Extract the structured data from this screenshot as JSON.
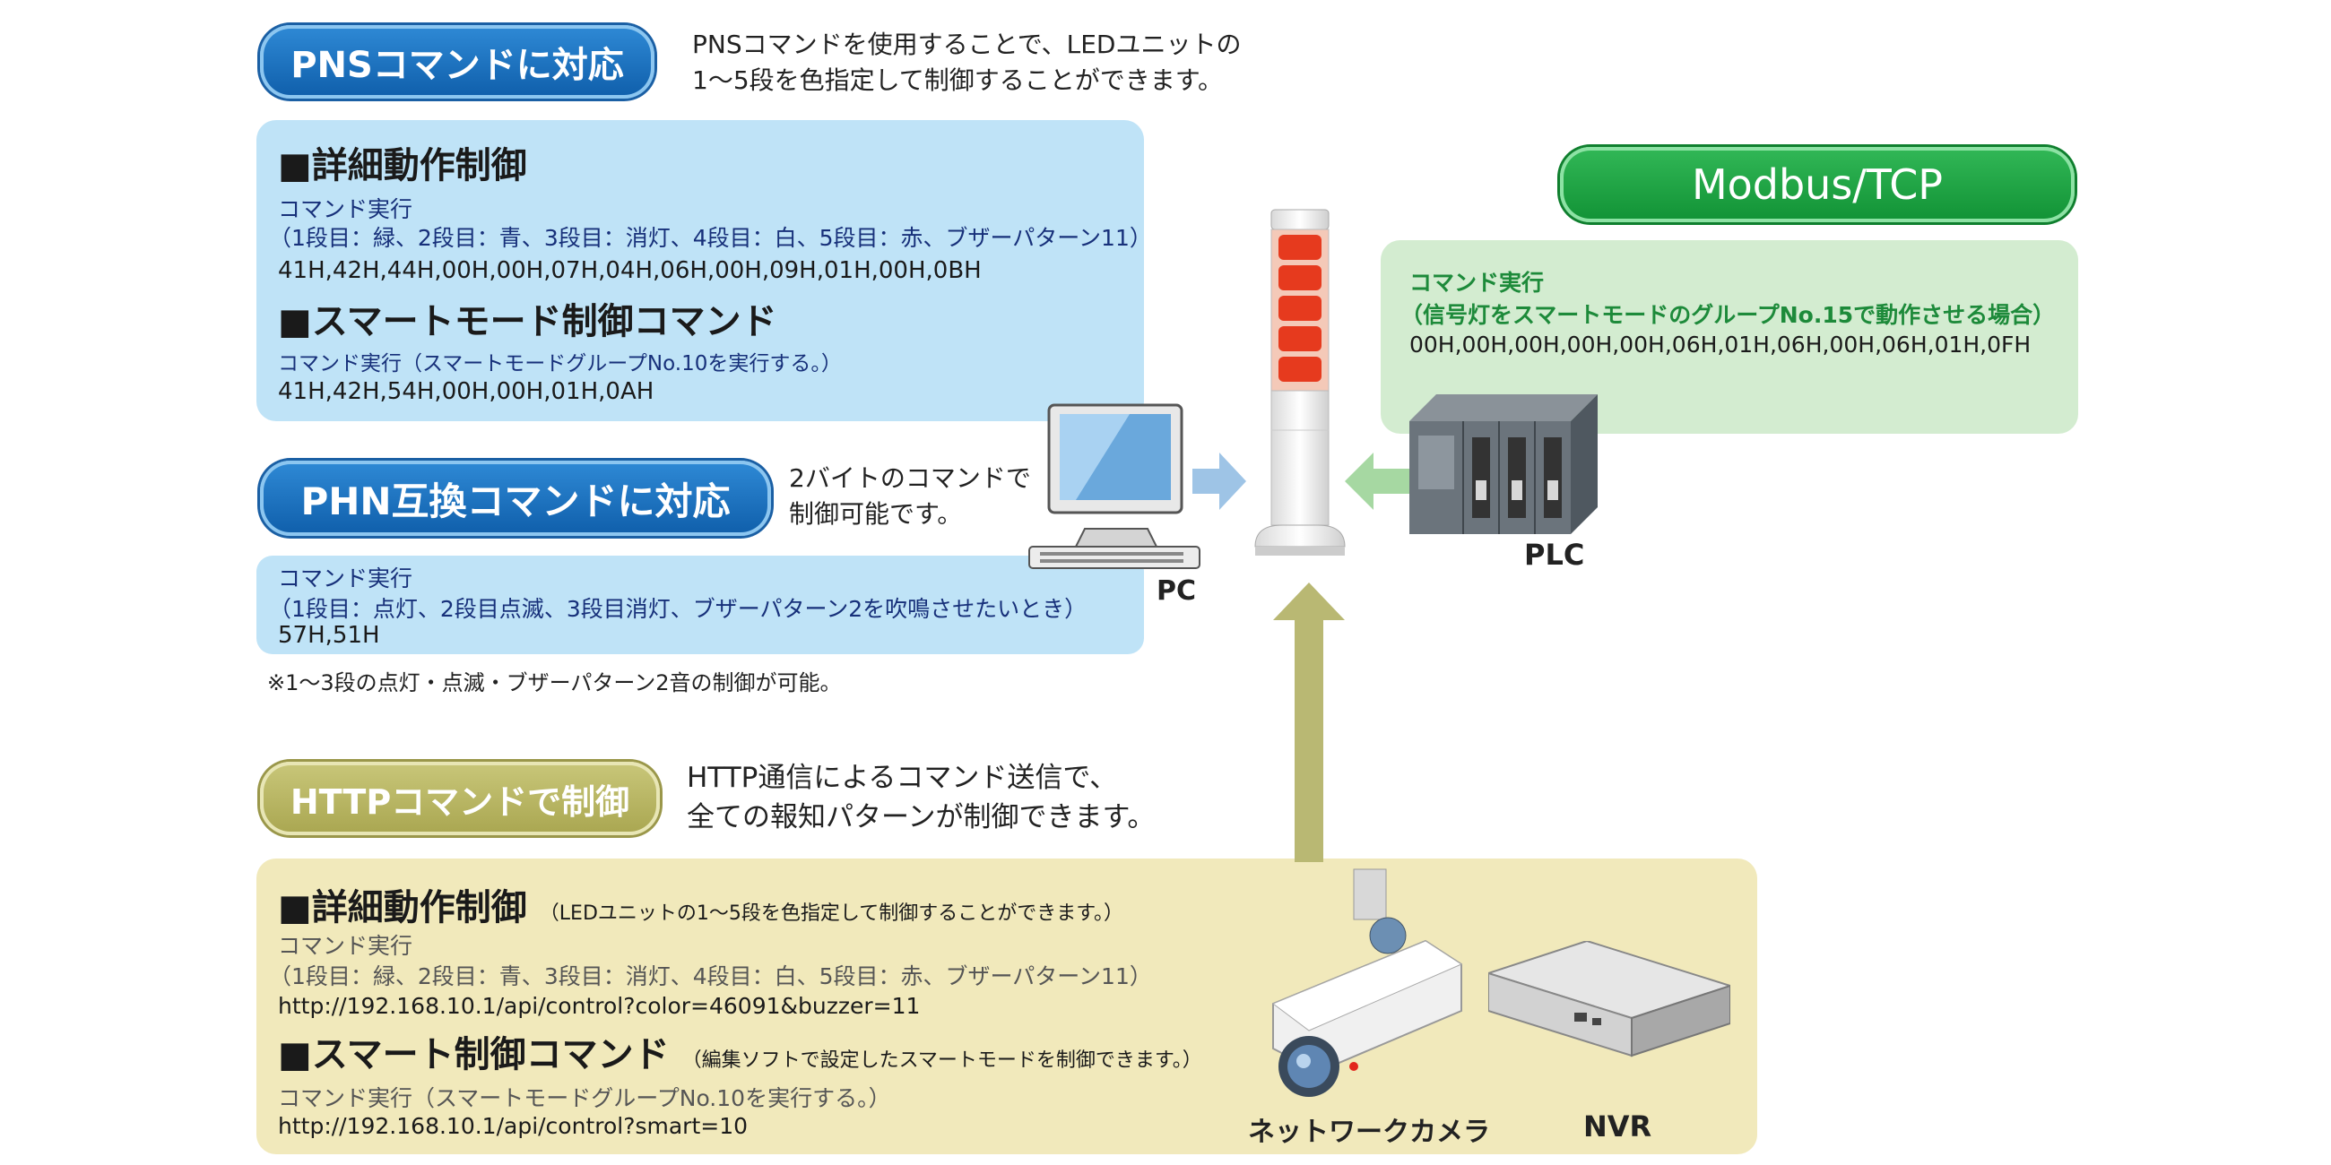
{
  "pns": {
    "pill": "PNSコマンドに対応",
    "desc_line1": "PNSコマンドを使用することで、LEDユニットの",
    "desc_line2": "1〜5段を色指定して制御することができます。",
    "detail_heading": "■詳細動作制御",
    "detail_cmd_label": "コマンド実行",
    "detail_cmd_desc": "（1段目：緑、2段目：青、3段目：消灯、4段目：白、5段目：赤、ブザーパターン11）",
    "detail_code": "41H,42H,44H,00H,00H,07H,04H,06H,00H,09H,01H,00H,0BH",
    "smart_heading": "■スマートモード制御コマンド",
    "smart_cmd": "コマンド実行（スマートモードグループNo.10を実行する。）",
    "smart_code": "41H,42H,54H,00H,00H,01H,0AH"
  },
  "phn": {
    "pill": "PHN互換コマンドに対応",
    "desc_line1": "2バイトのコマンドで",
    "desc_line2": "制御可能です。",
    "cmd_label": "コマンド実行",
    "cmd_desc": "（1段目：点灯、2段目点滅、3段目消灯、ブザーパターン2を吹鳴させたいとき）",
    "code": "57H,51H",
    "note": "※1〜3段の点灯・点滅・ブザーパターン2音の制御が可能。"
  },
  "modbus": {
    "pill": "Modbus/TCP",
    "cmd_label": "コマンド実行",
    "cmd_desc": "（信号灯をスマートモードのグループNo.15で動作させる場合）",
    "code": "00H,00H,00H,00H,00H,06H,01H,06H,00H,06H,01H,0FH"
  },
  "http": {
    "pill": "HTTPコマンドで制御",
    "desc_line1": "HTTP通信によるコマンド送信で、",
    "desc_line2": "全ての報知パターンが制御できます。",
    "detail_heading": "■詳細動作制御",
    "detail_heading_note": "（LEDユニットの1〜5段を色指定して制御することができます。）",
    "detail_cmd_label": "コマンド実行",
    "detail_cmd_desc": "（1段目：緑、2段目：青、3段目：消灯、4段目：白、5段目：赤、ブザーパターン11）",
    "detail_url": "http://192.168.10.1/api/control?color=46091&buzzer=11",
    "smart_heading": "■スマート制御コマンド",
    "smart_heading_note": "（編集ソフトで設定したスマートモードを制御できます。）",
    "smart_cmd": "コマンド実行（スマートモードグループNo.10を実行する。）",
    "smart_url": "http://192.168.10.1/api/control?smart=10"
  },
  "devices": {
    "pc": "PC",
    "plc": "PLC",
    "camera": "ネットワークカメラ",
    "nvr": "NVR"
  },
  "colors": {
    "blue": "#1565b5",
    "green": "#13953a",
    "khaki": "#b3b05c",
    "tower_red": "#e63a1e"
  }
}
